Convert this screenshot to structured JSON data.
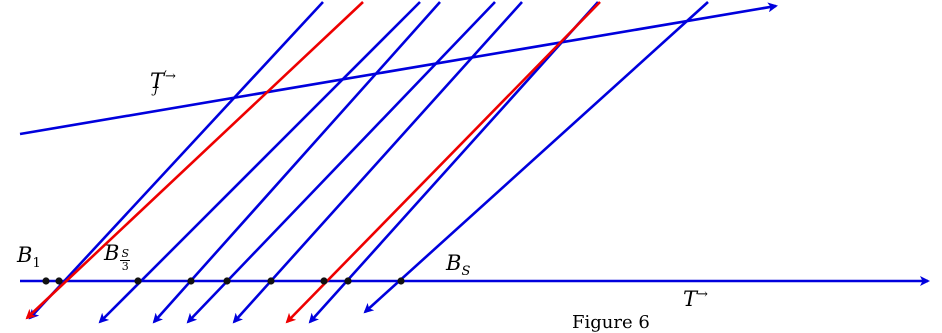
{
  "labels": {
    "tj_base": "T",
    "tj_prime": "′",
    "tj_sub": "j",
    "tj_arrow": "→",
    "b1_base": "B",
    "b1_sub": "1",
    "bs3_base": "B",
    "bs3_num": "S",
    "bs3_den": "3",
    "bs_base": "B",
    "bs_sub": "S",
    "t_base": "T",
    "t_arrow": "→"
  },
  "caption": "Figure 6",
  "colors": {
    "blue": "#0000dd",
    "red": "#ee0000",
    "point": "#111111"
  }
}
